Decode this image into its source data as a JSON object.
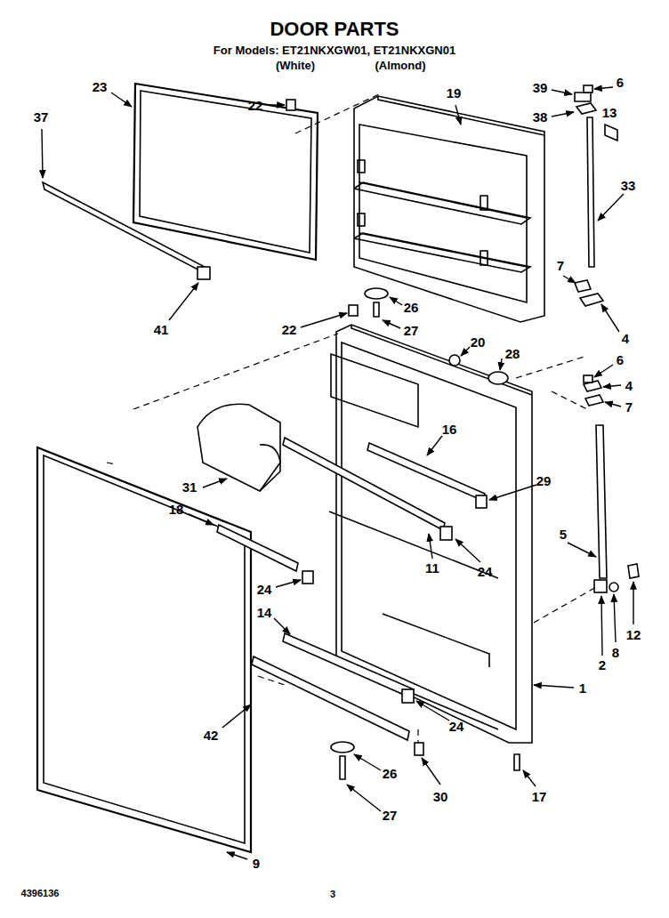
{
  "diagram": {
    "title": "DOOR PARTS",
    "labels": [
      "For Models: ET21NKXGW01, ET21NKXGN01",
      "(White)",
      "(Almond)",
      "23",
      "22",
      "19",
      "39",
      "6",
      "37",
      "38",
      "13",
      "33",
      "7",
      "41",
      "26",
      "22",
      "27",
      "4",
      "20",
      "28",
      "6",
      "4",
      "7",
      "16",
      "31",
      "29",
      "18",
      "5",
      "24",
      "11",
      "24",
      "12",
      "14",
      "2",
      "8",
      "1",
      "24",
      "42",
      "26",
      "30",
      "17",
      "27",
      "9",
      "4396136",
      "3"
    ]
  }
}
